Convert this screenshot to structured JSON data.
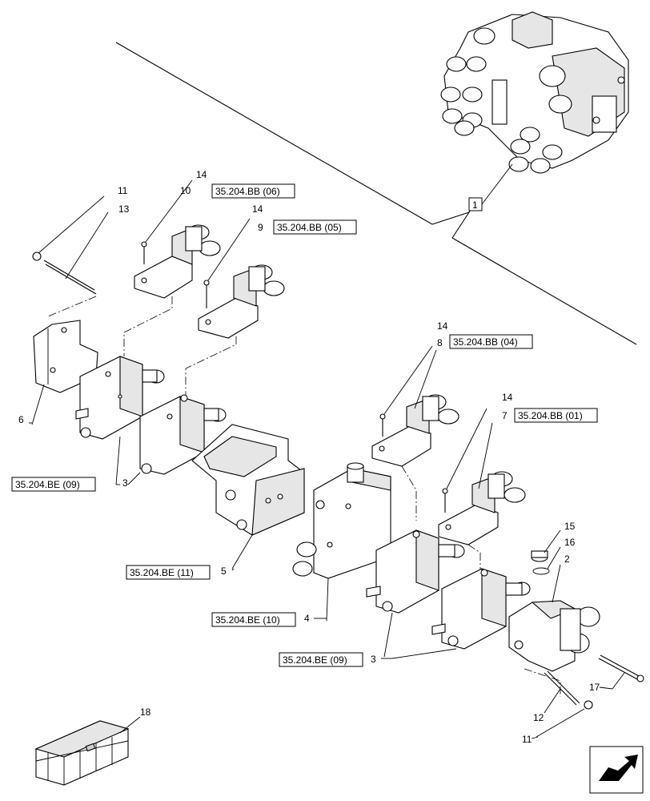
{
  "callouts": {
    "c1": "1",
    "c2": "2",
    "c3a": "3",
    "c3b": "3",
    "c4": "4",
    "c5": "5",
    "c6": "6",
    "c7": "7",
    "c8": "8",
    "c9": "9",
    "c10": "10",
    "c11a": "11",
    "c11b": "11",
    "c12": "12",
    "c13": "13",
    "c14a": "14",
    "c14b": "14",
    "c14c": "14",
    "c14d": "14",
    "c15": "15",
    "c16": "16",
    "c17": "17",
    "c18": "18"
  },
  "references": {
    "bb06": "35.204.BB (06)",
    "bb05": "35.204.BB (05)",
    "bb04": "35.204.BB (04)",
    "bb01": "35.204.BB (01)",
    "be09a": "35.204.BE (09)",
    "be11": "35.204.BE (11)",
    "be10": "35.204.BE (10)",
    "be09b": "35.204.BE (09)"
  },
  "nav_icon": "next-page-arrow-icon",
  "kit_icon": "parts-crate-icon"
}
